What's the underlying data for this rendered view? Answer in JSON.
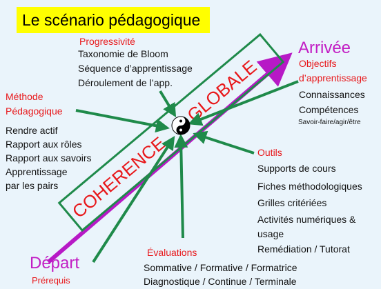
{
  "title": "Le scénario pédagogique",
  "progressivite": {
    "heading": "Progressivité",
    "items": [
      "Taxonomie de Bloom",
      "Séquence d’apprentissage",
      "Déroulement de l’app."
    ]
  },
  "methode": {
    "heading1": "Méthode",
    "heading2": "Pédagogique",
    "items": [
      "Rendre actif",
      "Rapport aux rôles",
      "Rapport aux savoirs",
      "Apprentissage",
      "par les pairs"
    ]
  },
  "arrivee": "Arrivée",
  "objectifs": {
    "heading1": "Objectifs",
    "heading2": "d’apprentissage",
    "items": [
      "Connaissances",
      "Compétences"
    ],
    "small": "Savoir-faire/agir/être"
  },
  "outils": {
    "heading": "Outils",
    "items": [
      "Supports de cours",
      "Fiches méthodologiques",
      "Grilles critériées",
      "Activités numériques &",
      "usage",
      "Remédiation / Tutorat"
    ]
  },
  "evaluations": {
    "heading": "Évaluations",
    "items": [
      "Sommative / Formative / Formatrice",
      "Diagnostique / Continue / Terminale"
    ]
  },
  "depart": "Départ",
  "prerequis": "Prérequis",
  "banner": {
    "left": "COHERENCE",
    "right": "GLOBALE"
  },
  "colors": {
    "arrow_main": "#b719c6",
    "arrows": "#1f8a4a",
    "red_text": "#e8181b",
    "title_bg": "#ffff00"
  },
  "center_icon": "yin-yang-icon"
}
